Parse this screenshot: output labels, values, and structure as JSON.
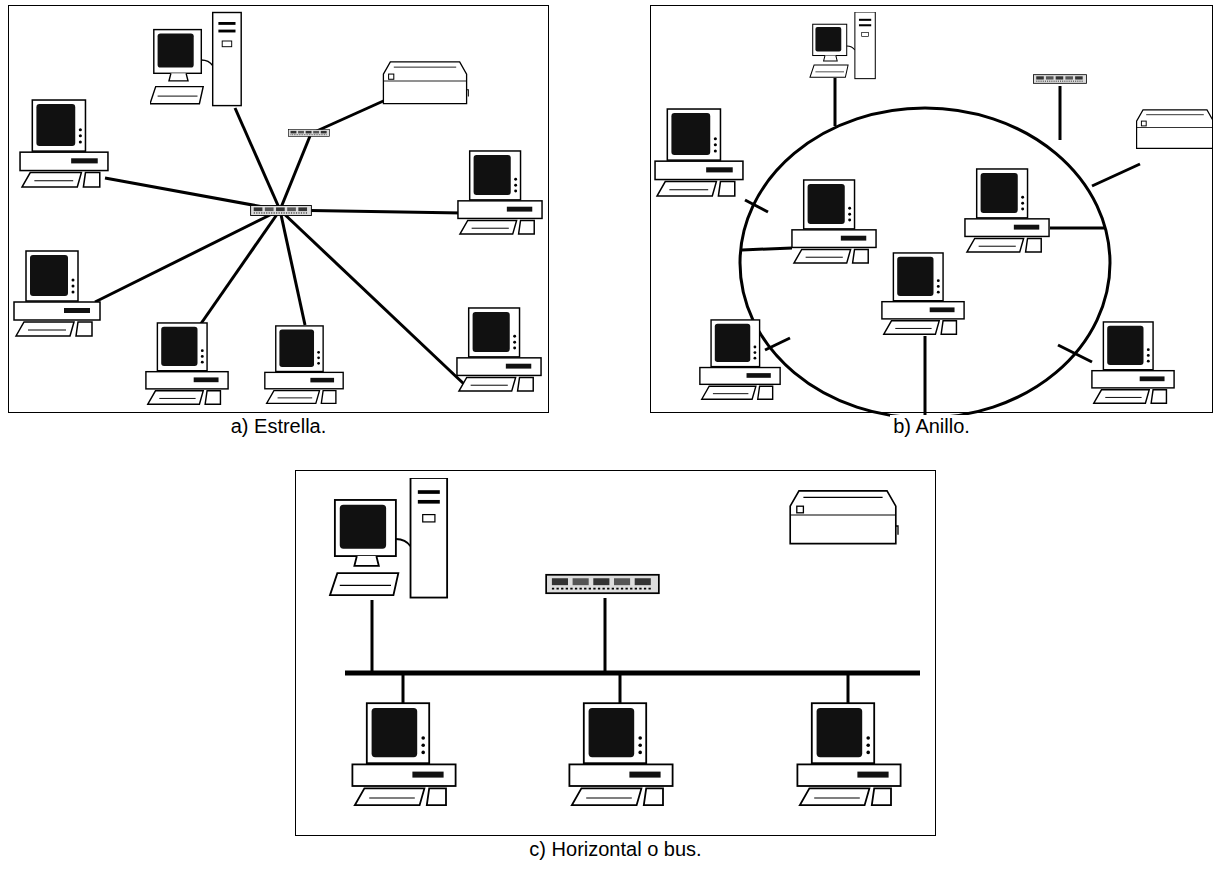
{
  "diagram": {
    "nodes": [
      {
        "text": [
          "a) Estrella."
        ]
      },
      {
        "text": [
          "b) Anillo."
        ]
      },
      {
        "text": [
          "c) Horizontal o bus."
        ]
      }
    ]
  }
}
